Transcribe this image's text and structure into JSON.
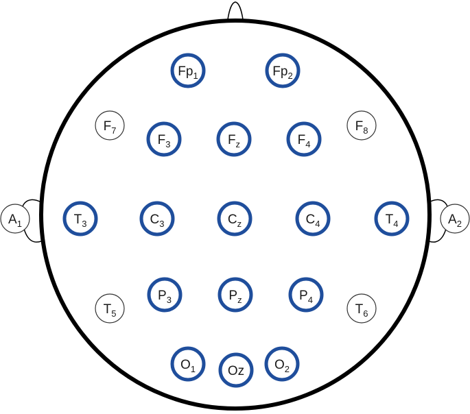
{
  "colors": {
    "head_outline": "#000000",
    "active_ring": "#1f4e9c",
    "passive_ring": "#333333",
    "background": "#ffffff"
  },
  "electrodes": [
    {
      "id": "fp1",
      "base": "Fp",
      "sub": "1",
      "active": true
    },
    {
      "id": "fp2",
      "base": "Fp",
      "sub": "2",
      "active": true
    },
    {
      "id": "f7",
      "base": "F",
      "sub": "7",
      "active": false
    },
    {
      "id": "f3",
      "base": "F",
      "sub": "3",
      "active": true
    },
    {
      "id": "fz",
      "base": "F",
      "sub": "z",
      "active": true
    },
    {
      "id": "f4",
      "base": "F",
      "sub": "4",
      "active": true
    },
    {
      "id": "f8",
      "base": "F",
      "sub": "8",
      "active": false
    },
    {
      "id": "a1",
      "base": "A",
      "sub": "1",
      "active": false
    },
    {
      "id": "t3",
      "base": "T",
      "sub": "3",
      "active": true
    },
    {
      "id": "c3",
      "base": "C",
      "sub": "3",
      "active": true
    },
    {
      "id": "cz",
      "base": "C",
      "sub": "z",
      "active": true
    },
    {
      "id": "c4",
      "base": "C",
      "sub": "4",
      "active": true
    },
    {
      "id": "t4",
      "base": "T",
      "sub": "4",
      "active": true
    },
    {
      "id": "a2",
      "base": "A",
      "sub": "2",
      "active": false
    },
    {
      "id": "t5",
      "base": "T",
      "sub": "5",
      "active": false
    },
    {
      "id": "p3",
      "base": "P",
      "sub": "3",
      "active": true
    },
    {
      "id": "pz",
      "base": "P",
      "sub": "z",
      "active": true
    },
    {
      "id": "p4",
      "base": "P",
      "sub": "4",
      "active": true
    },
    {
      "id": "t6",
      "base": "T",
      "sub": "6",
      "active": false
    },
    {
      "id": "o1",
      "base": "O",
      "sub": "1",
      "active": true
    },
    {
      "id": "oz",
      "base": "Oz",
      "sub": "",
      "active": true
    },
    {
      "id": "o2",
      "base": "O",
      "sub": "2",
      "active": true
    }
  ]
}
